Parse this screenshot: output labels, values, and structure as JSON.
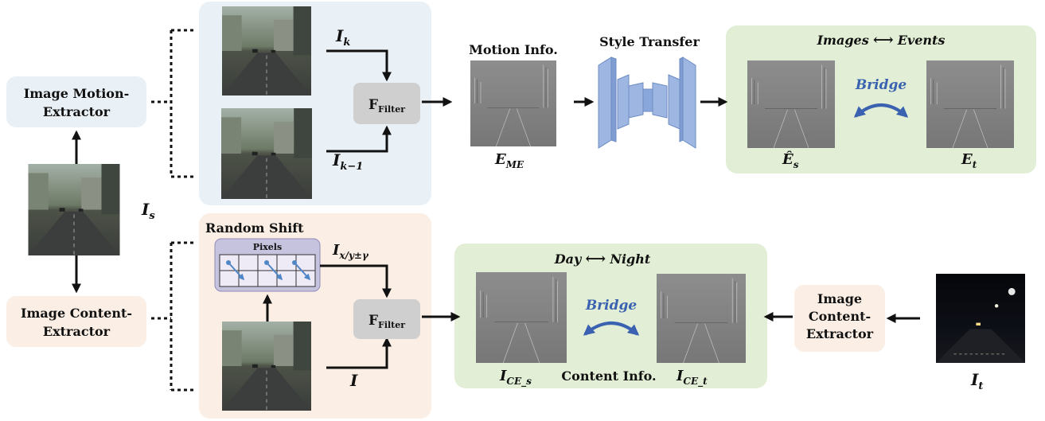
{
  "modules": {
    "motion_extractor": {
      "line1": "Image Motion-",
      "line2": "Extractor"
    },
    "content_extractor_source": {
      "line1": "Image Content-",
      "line2": "Extractor"
    },
    "content_extractor_target": {
      "line1": "Image",
      "line2": "Content-",
      "line3": "Extractor"
    }
  },
  "symbols": {
    "source_image": "I",
    "source_image_sub": "s",
    "target_image": "I",
    "target_image_sub": "t",
    "frame_k": "I",
    "frame_k_sub": "k",
    "frame_k_minus_1": "I",
    "frame_k_minus_1_sub": "k−1",
    "shifted": "I",
    "shifted_sub": "x/y±γ",
    "input_image": "I",
    "motion_event": "E",
    "motion_event_sub": "ME",
    "source_event": "Ê",
    "source_event_sub": "s",
    "target_event": "E",
    "target_event_sub": "t",
    "content_source": "I",
    "content_source_sub": "CE_s",
    "content_target": "I",
    "content_target_sub": "CE_t"
  },
  "filters": {
    "main": "F",
    "sub": "Filter"
  },
  "labels": {
    "motion_info": "Motion Info.",
    "style_transfer": "Style Transfer",
    "random_shift": "Random Shift",
    "pixels": "Pixels",
    "content_info": "Content Info.",
    "images": "Images",
    "events": "Events",
    "day": "Day",
    "night": "Night",
    "bridge": "Bridge",
    "double_arrow": "⟷"
  },
  "colors": {
    "motion_panel": "#eaf1f6",
    "content_panel": "#fbeee4",
    "green_panel": "#e2efd6",
    "filter_box": "#cfcfcf",
    "pixels_box": "#c6c3de",
    "pixel_arrow": "#4f86c6",
    "bridge": "#3a62b0",
    "network": "#9db7e2"
  }
}
